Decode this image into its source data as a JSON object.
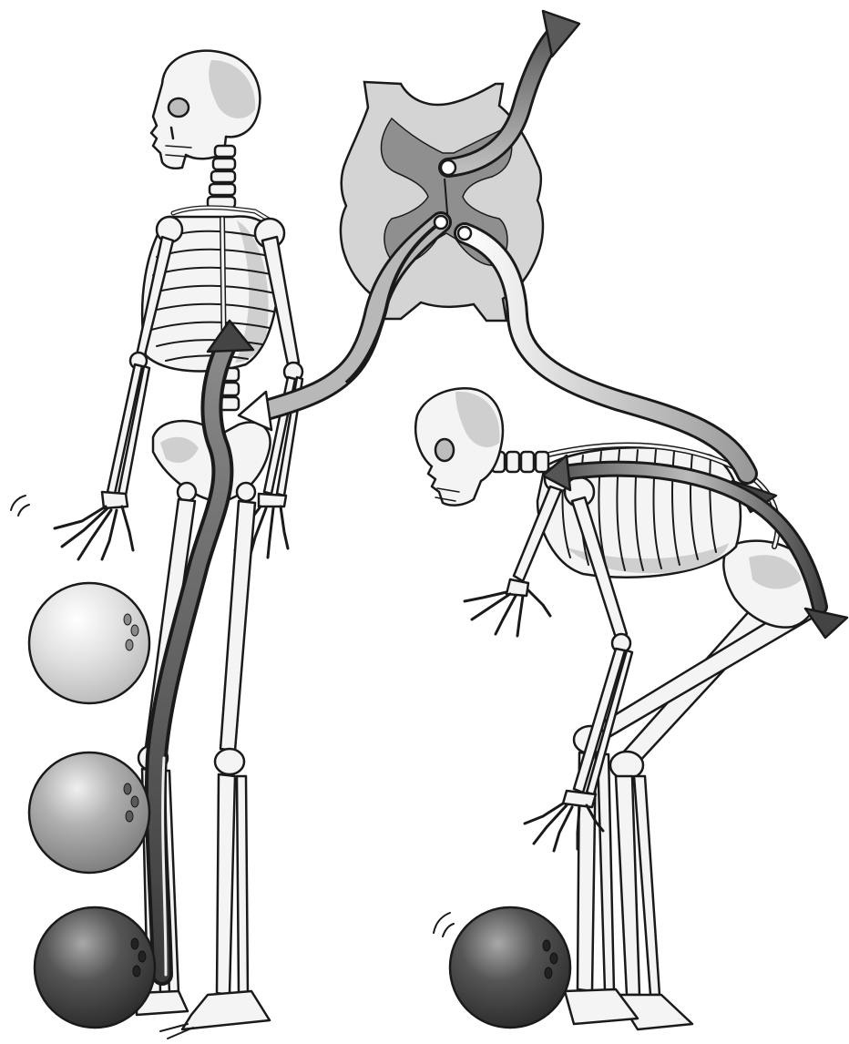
{
  "colors": {
    "background": "#ffffff",
    "bone_fill": "#f7f7f7",
    "bone_shade": "#cfcfcf",
    "outline": "#1a1a1a",
    "cord_white_matter": "#d4d4d4",
    "cord_grey_matter": "#8f8f8f",
    "pathway_dark": "#555555",
    "pathway_light": "#cccccc",
    "ball_light": "#e6e6e6",
    "ball_mid": "#b3b3b3",
    "ball_dark": "#4a4a4a"
  },
  "icons": {
    "spinal_cord": "spinal-cord-cross-section",
    "skeleton_standing": "standing-skeleton",
    "skeleton_bending": "bending-skeleton",
    "bowling_ball": "bowling-ball",
    "motion_marks": "motion-lines"
  }
}
